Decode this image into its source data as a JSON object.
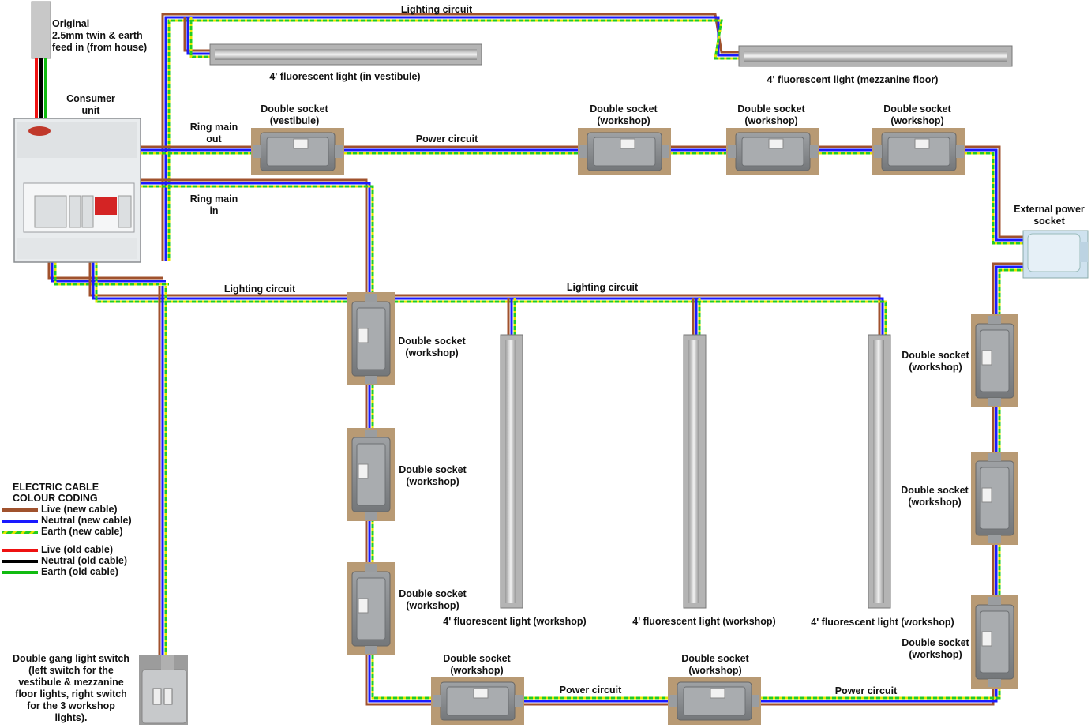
{
  "colors": {
    "live_new": "#a0522d",
    "neutral_new": "#1a1aff",
    "earth_new_green": "#22cc22",
    "earth_new_yellow": "#e6e600",
    "live_old": "#ee1111",
    "neutral_old": "#000000",
    "earth_old": "#11bb11",
    "socket_body": "#8a8d90",
    "socket_face": "#d9dcde",
    "wall_tile": "#b89a74"
  },
  "labels": {
    "feed": [
      "Original",
      "2.5mm twin & earth",
      "feed in (from house)"
    ],
    "consumer_unit": [
      "Consumer",
      "unit"
    ],
    "ring_main_out": [
      "Ring main",
      "out"
    ],
    "ring_main_in": [
      "Ring main",
      "in"
    ],
    "lighting_top": "Lighting circuit",
    "lighting_left": "Lighting circuit",
    "lighting_mid": "Lighting circuit",
    "power_top": "Power circuit",
    "power_bottom_left": "Power circuit",
    "power_bottom_right": "Power circuit",
    "light_vestibule": "4' fluorescent light (in vestibule)",
    "light_mezzanine": "4' fluorescent light (mezzanine floor)",
    "light_workshop": "4' fluorescent light (workshop)",
    "socket_vestibule": [
      "Double socket",
      "(vestibule)"
    ],
    "socket_workshop": [
      "Double socket",
      "(workshop)"
    ],
    "external_socket": [
      "External power",
      "socket"
    ],
    "switch": [
      "Double gang light switch",
      "(left switch for the",
      "vestibule & mezzanine",
      "floor lights, right switch",
      "for the 3 workshop",
      "lights)."
    ]
  },
  "legend": {
    "title": [
      "ELECTRIC CABLE",
      "COLOUR CODING"
    ],
    "items": [
      {
        "label": "Live (new cable)",
        "color": "#a0522d"
      },
      {
        "label": "Neutral (new cable)",
        "color": "#1a1aff"
      },
      {
        "label": "Earth (new cable)",
        "color": "#22cc22"
      },
      {
        "label": "Live (old cable)",
        "color": "#ee1111"
      },
      {
        "label": "Neutral (old cable)",
        "color": "#000000"
      },
      {
        "label": "Earth (old cable)",
        "color": "#11bb11"
      }
    ]
  }
}
